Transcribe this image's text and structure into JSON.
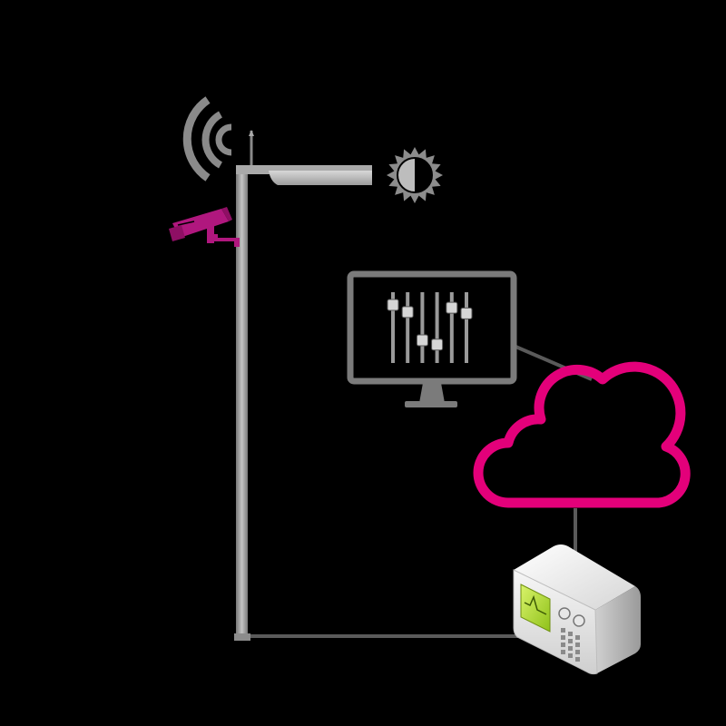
{
  "colors": {
    "background": "#000000",
    "pole": "#9a9a9a",
    "pole_dark": "#6e6e6e",
    "cable": "#5a5a5a",
    "cloud": "#e3007a",
    "camera": "#b0177e",
    "monitor_frame": "#7b7b7b",
    "wifi": "#8a8a8a",
    "screen_green": "#b6e02a",
    "box_body": "#f2f2f2"
  },
  "icons": {
    "wifi": "wifi-signal-icon",
    "light_sensor": "brightness-icon",
    "camera": "security-camera-icon",
    "monitor": "monitor-mixer-icon",
    "cloud": "cloud-icon",
    "controller": "control-box-icon"
  },
  "mixer": {
    "slider_levels": [
      0.18,
      0.28,
      0.68,
      0.74,
      0.22,
      0.3
    ]
  }
}
